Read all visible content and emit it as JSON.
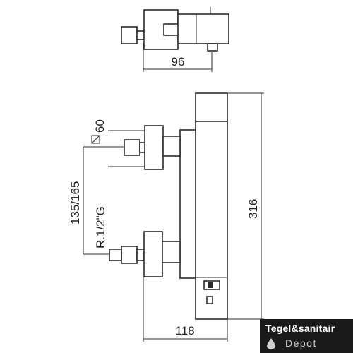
{
  "dimensions": {
    "top_width": "96",
    "height_total": "316",
    "bottom_width": "118",
    "center_distance": "135/165",
    "connection": "R.1/2\"G",
    "square": "60"
  },
  "watermark": {
    "title": "Tegel&sanitair",
    "subtitle": "Depot",
    "drop_icon": "water-drop-icon"
  }
}
